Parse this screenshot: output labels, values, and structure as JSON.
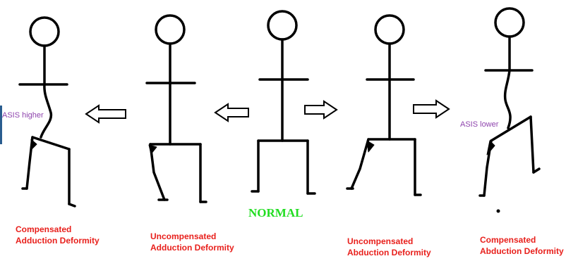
{
  "labels": {
    "compensated_adduction": [
      "Compensated",
      "Adduction Deformity"
    ],
    "uncompensated_adduction": [
      "Uncompensated",
      "Adduction Deformity"
    ],
    "normal": "NORMAL",
    "uncompensated_abduction": [
      "Uncompensated",
      "Abduction Deformity"
    ],
    "compensated_abduction": [
      "Compensated",
      "Abduction Deformity"
    ]
  },
  "annotations": {
    "asis_higher": "ASIS higher",
    "asis_lower": "ASIS lower"
  },
  "colors": {
    "figure": "#000000",
    "caption": "#e8201c",
    "asis": "#8e44ad",
    "normal": "#22dd22"
  },
  "arrows": [
    "left",
    "left",
    "right",
    "right"
  ]
}
